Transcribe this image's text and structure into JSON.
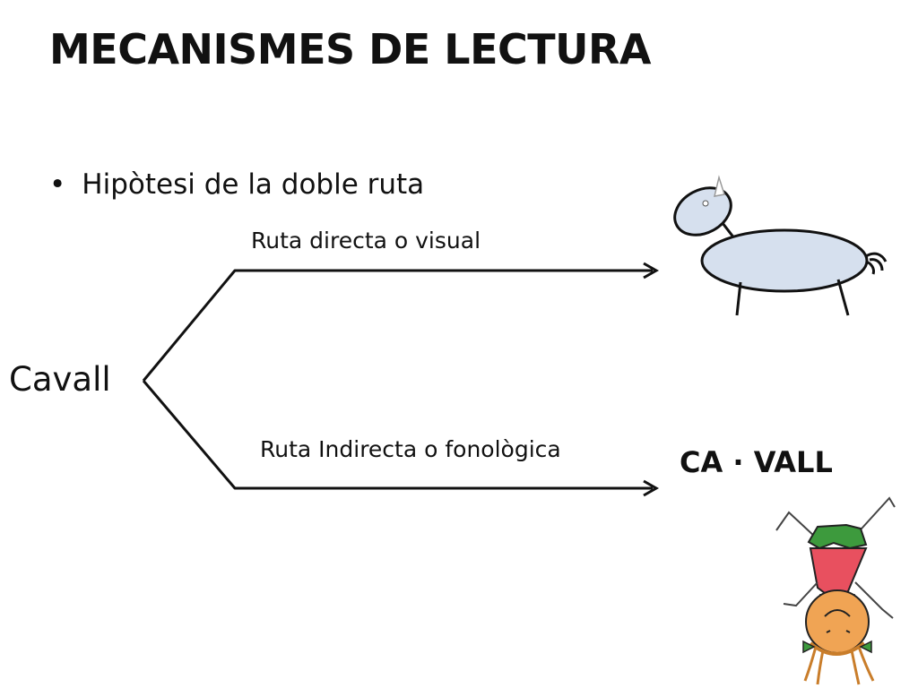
{
  "slide": {
    "title": "MECANISMES DE LECTURA",
    "bullet": "Hipòtesi de la doble ruta"
  },
  "diagram": {
    "source_word": "Cavall",
    "route_direct_label": "Ruta directa o visual",
    "route_indirect_label": "Ruta Indirecta o fonològica",
    "syllable_output": "CA · VALL"
  },
  "colors": {
    "horse_fill": "#d6e0ee",
    "shirt_green": "#3d9a3d",
    "shirt_red": "#e8505f",
    "face": "#f0a454"
  },
  "icons": [
    "horse-drawing-icon",
    "upside-down-child-drawing-icon"
  ]
}
